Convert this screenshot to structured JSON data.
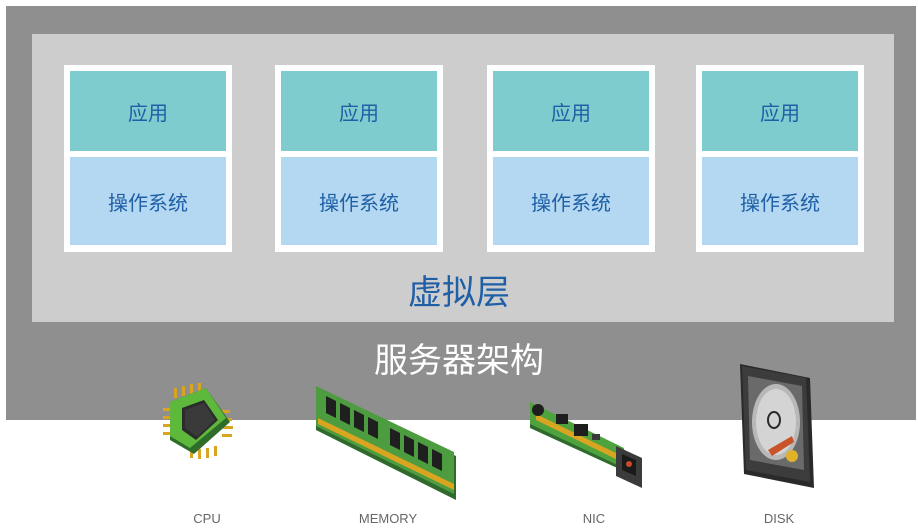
{
  "vms": [
    {
      "app": "应用",
      "os": "操作系统"
    },
    {
      "app": "应用",
      "os": "操作系统"
    },
    {
      "app": "应用",
      "os": "操作系统"
    },
    {
      "app": "应用",
      "os": "操作系统"
    }
  ],
  "virtualization_label": "虚拟层",
  "server_label": "服务器架构",
  "hardware": [
    {
      "label": "CPU",
      "icon": "cpu-chip-icon"
    },
    {
      "label": "MEMORY",
      "icon": "memory-module-icon"
    },
    {
      "label": "NIC",
      "icon": "network-card-icon"
    },
    {
      "label": "DISK",
      "icon": "hard-disk-icon"
    }
  ],
  "colors": {
    "server_bg": "#8f8f8f",
    "virtualization_bg": "#cdcdcd",
    "app_bg": "#7ecccd",
    "os_bg": "#b4d8f1",
    "label_blue": "#1f5fa6"
  }
}
